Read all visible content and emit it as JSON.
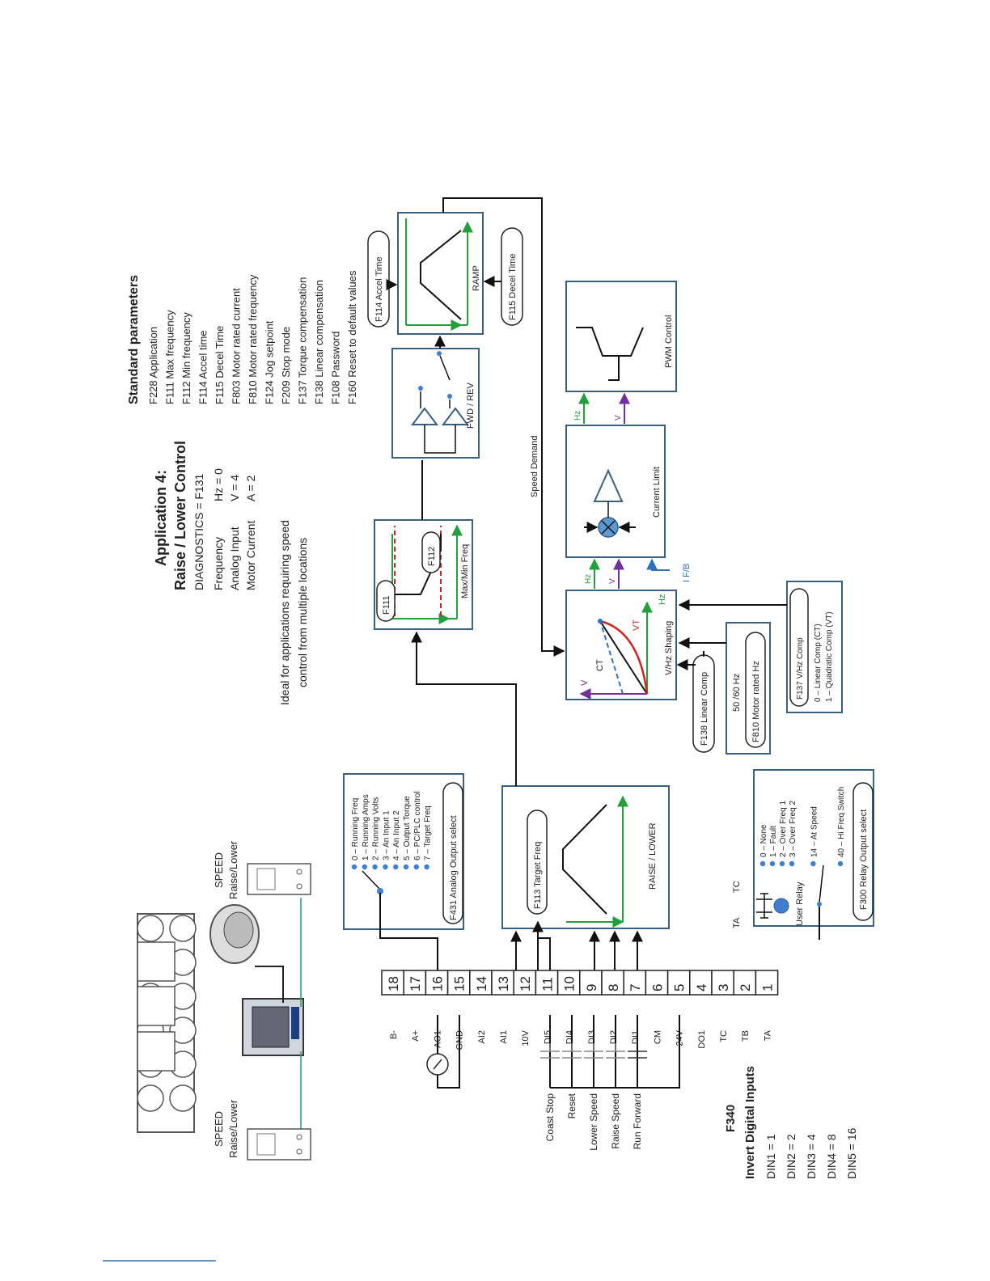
{
  "standard": {
    "title": "Standard parameters",
    "items": [
      "F228 Application",
      "F111 Max frequency",
      "F112 Min frequency",
      "F114 Accel time",
      "F115 Decel Time",
      "F803 Motor rated current",
      "F810 Motor rated frequency",
      "F124 Jog setpoint",
      "F209 Stop mode",
      "F137 Torque compensation",
      "F138 Linear compensation",
      "F108 Password",
      "F160 Reset to default values"
    ]
  },
  "application": {
    "title1": "Application 4:",
    "title2": "Raise / Lower Control",
    "diag": "DIAGNOSTICS = F131",
    "rows": [
      [
        "Frequency",
        "Hz = 0"
      ],
      [
        "Analog Input",
        "V = 4"
      ],
      [
        "Motor Current",
        "A = 2"
      ]
    ],
    "note1": "Ideal for applications requiring speed",
    "note2": "control from multiple locations"
  },
  "speed_left": {
    "l1": "SPEED",
    "l2": "Raise/Lower"
  },
  "speed_right": {
    "l1": "SPEED",
    "l2": "Raise/Lower"
  },
  "analog_output": {
    "title": "F431 Analog Output select",
    "options": [
      "0 – Running Freq",
      "1 – Running Amps",
      "2 – Running Volts",
      "3 – An Input 1",
      "4 – An Input 2",
      "5 – Output Torque",
      "6 – PC/PLC control",
      "7 – Target Freq"
    ]
  },
  "raise_lower": {
    "title": "RAISE / LOWER",
    "pill": "F113 Target Freq"
  },
  "maxmin": {
    "title": "Max/Min Freq",
    "f111": "F111",
    "f112": "F112"
  },
  "fwdrev": {
    "title": "FWD / REV"
  },
  "ramp": {
    "title": "RAMP",
    "accel": "F114 Accel Time",
    "decel": "F115 Decel Time"
  },
  "speed_demand": "Speed Demand",
  "vhz": {
    "title": "V/Hz Shaping",
    "v": "V",
    "hz": "Hz",
    "ct": "CT",
    "vt": "VT"
  },
  "current_limit": {
    "title": "Current Limit",
    "hz": "Hz",
    "v": "V",
    "ifb": "I F/B"
  },
  "pwm": {
    "title": "PWM Control",
    "hz": "Hz",
    "v": "V"
  },
  "f138": "F138 Linear Comp",
  "f810": {
    "l1": "50 /60 Hz",
    "l2": "F810 Motor rated Hz"
  },
  "f137": {
    "title": "F137 V/Hz Comp",
    "o1": "0 – Linear Comp (CT)",
    "o2": "1 – Quadratic Comp (VT)"
  },
  "relay": {
    "title": "F300 Relay Output select",
    "user": "User Relay",
    "ta": "TA",
    "tc": "TC",
    "options": [
      "0 – None",
      "1 – Fault",
      "2 – Over Freq 1",
      "3 – Over Freq 2",
      "14 – At Speed",
      "40 – Hi Freq Switch"
    ]
  },
  "terminals": [
    {
      "num": "18",
      "label": "B-"
    },
    {
      "num": "17",
      "label": "A+"
    },
    {
      "num": "16",
      "label": "AO1"
    },
    {
      "num": "15",
      "label": "GND"
    },
    {
      "num": "14",
      "label": "AI2"
    },
    {
      "num": "13",
      "label": "AI1"
    },
    {
      "num": "12",
      "label": "10V"
    },
    {
      "num": "11",
      "label": "DI5"
    },
    {
      "num": "10",
      "label": "DI4"
    },
    {
      "num": "9",
      "label": "DI3"
    },
    {
      "num": "8",
      "label": "DI2"
    },
    {
      "num": "7",
      "label": "DI1"
    },
    {
      "num": "6",
      "label": "CM"
    },
    {
      "num": "5",
      "label": "24V"
    },
    {
      "num": "4",
      "label": "DO1"
    },
    {
      "num": "3",
      "label": "TC"
    },
    {
      "num": "2",
      "label": "TB"
    },
    {
      "num": "1",
      "label": "TA"
    }
  ],
  "switches": [
    "Coast Stop",
    "Reset",
    "Lower Speed",
    "Raise Speed",
    "Run Forward"
  ],
  "f340": {
    "title1": "F340",
    "title2": "Invert Digital Inputs",
    "items": [
      "DIN1 = 1",
      "DIN2 = 2",
      "DIN3 = 4",
      "DIN4 = 8",
      "DIN5 = 16"
    ]
  },
  "colors": {
    "block": "#3b5f80",
    "green": "#22a03a",
    "purple": "#7030a0",
    "red": "#d42020",
    "blue": "#2f6fc0",
    "dot": "#3f7fd0"
  }
}
